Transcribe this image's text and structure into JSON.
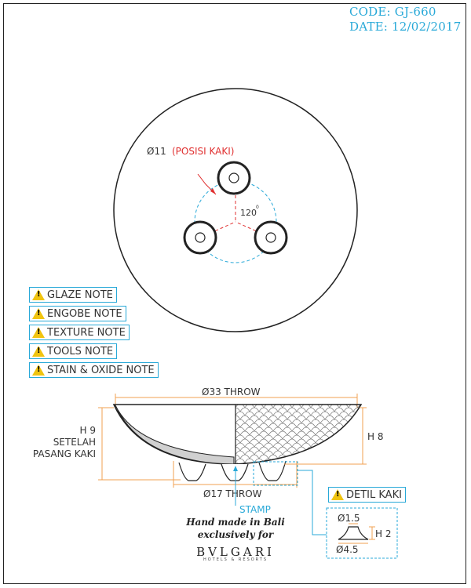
{
  "header": {
    "code": "CODE: GJ-660",
    "date": "DATE: 12/02/2017"
  },
  "top_view": {
    "foot_position_label": "Ø11",
    "foot_position_note": "(POSISI KAKI)",
    "angle_label": "120",
    "angle_degree_mark": "0"
  },
  "notes": [
    {
      "label": "GLAZE NOTE"
    },
    {
      "label": "ENGOBE NOTE"
    },
    {
      "label": "TEXTURE NOTE"
    },
    {
      "label": "TOOLS NOTE"
    },
    {
      "label": "STAIN & OXIDE NOTE"
    }
  ],
  "side_view": {
    "diameter_top": "Ø33 THROW",
    "diameter_bottom": "Ø17 THROW",
    "height_left_line1": "H 9",
    "height_left_line2": "SETELAH",
    "height_left_line3": "PASANG KAKI",
    "height_right": "H 8",
    "stamp": "STAMP"
  },
  "foot_detail": {
    "title": "DETIL KAKI",
    "top_diameter": "Ø1.5",
    "height": "H 2",
    "bottom_diameter": "Ø4.5"
  },
  "branding": {
    "made_line1": "Hand made in Bali",
    "made_line2": "exclusively for",
    "brand": "BVLGARI",
    "brand_sub": "HOTELS & RESORTS"
  },
  "colors": {
    "accent_blue": "#29a9d8",
    "dimension_orange": "#f0a050",
    "annotation_red": "#e03030",
    "warning_yellow": "#f1c40f",
    "line_dark": "#222222"
  }
}
